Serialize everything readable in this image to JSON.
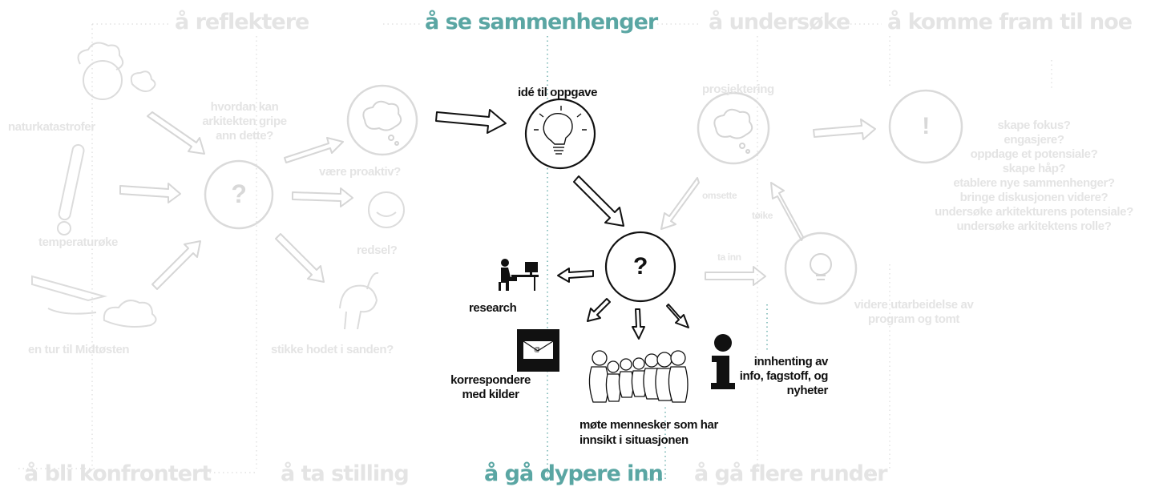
{
  "headings": {
    "reflektere": "å reflektere",
    "se_sammenhenger": "å se sammenhenger",
    "undersoke": "å undersøke",
    "komme_fram": "å komme fram til noe",
    "bli_konfrontert": "å bli konfrontert",
    "ta_stilling": "å ta stilling",
    "ga_dypere": "å gå dypere inn",
    "ga_flere_runder": "å gå flere runder"
  },
  "left": {
    "naturkatastrofer": "naturkatastrofer",
    "temperaturoke": "temperaturøke",
    "tur": "en tur til Midtøsten",
    "question": "hvordan kan arkitekten gripe ann dette?",
    "proaktiv": "være proaktiv?",
    "redsel": "redsel?",
    "stikke": "stikke hodet i sanden?"
  },
  "center": {
    "ide": "idé til oppgave",
    "research": "research",
    "korrespondere": "korrespondere med kilder",
    "mote": "møte mennesker som har innsikt i situasjonen",
    "innhenting": "innhenting av info, fagstoff, og nyheter",
    "q": "?"
  },
  "right": {
    "prosjektering": "prosjektering",
    "omsette": "omsette",
    "toike": "tøike",
    "ta_inn": "ta inn",
    "videre": "videre utarbeidelse av program og tomt",
    "excl": "!",
    "goals": [
      "skape fokus?",
      "engasjere?",
      "oppdage et potensiale?",
      "skape håp?",
      "etablere nye sammenhenger?",
      "bringe diskusjonen videre?",
      "undersøke arkitekturens potensiale?",
      "undersøke arkitektens rolle?"
    ]
  },
  "colors": {
    "faded": "#e4e4e4",
    "teal": "#5aa6a3",
    "dark": "#111111"
  }
}
